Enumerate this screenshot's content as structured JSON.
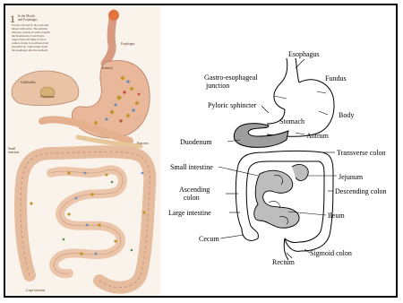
{
  "left_illustration": {
    "number": "1",
    "heading_line1": "In the Mouth",
    "heading_line2": "and Esophagus",
    "body_lines": [
      "Food is chewed by the teeth and",
      "mixed with saliva. The enzyme",
      "amylase, present in saliva, begins",
      "the breakdown of starch into",
      "sugar. Each soft lump of food,",
      "called a bolus, is swallowed and",
      "propelled by contractions down",
      "the esophagus into the stomach."
    ],
    "labels": {
      "esophagus": "Esophagus",
      "stomach": "Stomach",
      "gallbladder": "Gallbladder",
      "duodenum": "Duodenum",
      "pancreas": "Pancreas",
      "small_intestine_1": "Small",
      "small_intestine_2": "intestine",
      "large_intestine": "Large intestine"
    }
  },
  "diagram": {
    "esophagus": "Esophagus",
    "gastro_1": "Gastro-esophageal",
    "gastro_2": "junction",
    "fundus": "Fundus",
    "pyloric": "Pyloric sphincter",
    "stomach": "Stomach",
    "body": "Body",
    "antrum": "Antrum",
    "duodenum": "Duodenum",
    "transverse": "Transverse colon",
    "small_intestine": "Small intestine",
    "jejunum": "Jejunum",
    "ascending_1": "Ascending",
    "ascending_2": "colon",
    "descending": "Descending colon",
    "large_intestine": "Large intestine",
    "ileum": "Ileum",
    "cecum": "Cecum",
    "rectum": "Rectum",
    "sigmoid": "Sigmoid colon"
  },
  "colors": {
    "frame": "#000000",
    "duodenum_fill": "#9e9e9e",
    "small_intestine_fill": "#bdbdbd",
    "tissue": "#e8b99c",
    "tissue_dark": "#c98f74",
    "text_brown": "#5a3d2a"
  }
}
